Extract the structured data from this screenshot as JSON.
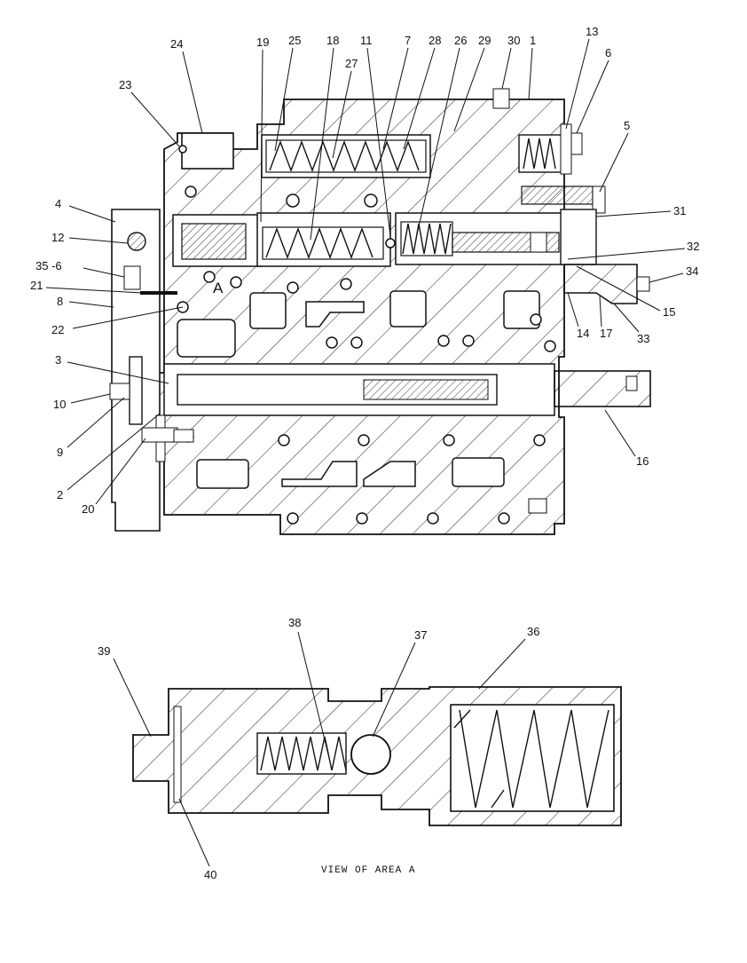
{
  "main_view_labels": [
    "24",
    "19",
    "25",
    "18",
    "11",
    "7",
    "28",
    "26",
    "29",
    "30",
    "1",
    "13",
    "6",
    "23",
    "27",
    "5",
    "4",
    "31",
    "12",
    "32",
    "35 -6",
    "34",
    "21",
    "8",
    "15",
    "22",
    "14",
    "17",
    "33",
    "3",
    "10",
    "9",
    "2",
    "20",
    "16",
    "A"
  ],
  "detail_view_labels": [
    "38",
    "37",
    "36",
    "39",
    "40"
  ],
  "caption": "VIEW OF AREA A"
}
